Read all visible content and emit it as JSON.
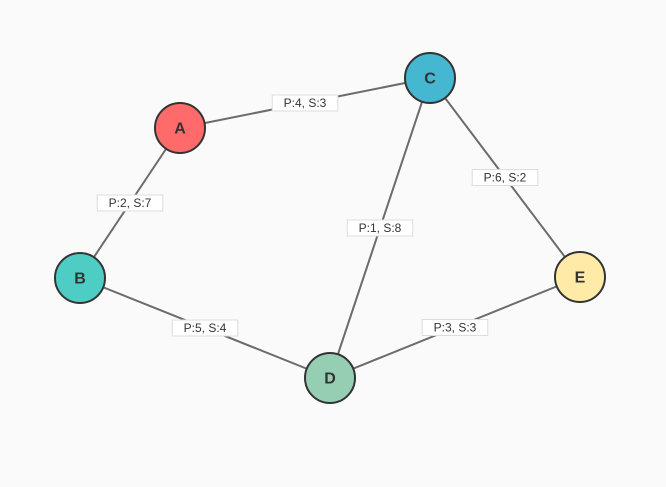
{
  "graph": {
    "nodes": [
      {
        "id": "A",
        "label": "A",
        "color": "#ff6b6b"
      },
      {
        "id": "B",
        "label": "B",
        "color": "#4ecdc4"
      },
      {
        "id": "C",
        "label": "C",
        "color": "#45b7d1"
      },
      {
        "id": "D",
        "label": "D",
        "color": "#96ceb4"
      },
      {
        "id": "E",
        "label": "E",
        "color": "#ffeaa7"
      }
    ],
    "edges": [
      {
        "from": "A",
        "to": "C",
        "label": "P:4, S:3"
      },
      {
        "from": "A",
        "to": "B",
        "label": "P:2, S:7"
      },
      {
        "from": "C",
        "to": "D",
        "label": "P:1, S:8"
      },
      {
        "from": "C",
        "to": "E",
        "label": "P:6, S:2"
      },
      {
        "from": "B",
        "to": "D",
        "label": "P:5, S:4"
      },
      {
        "from": "D",
        "to": "E",
        "label": "P:3, S:3"
      }
    ]
  }
}
